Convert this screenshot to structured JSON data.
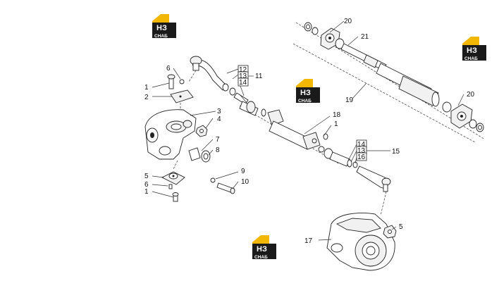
{
  "logo": {
    "top_text": "НЗ",
    "bottom_text": "СНАБ",
    "colors": {
      "yellow": "#F2B705",
      "black": "#1A1A1A",
      "white": "#FFFFFF"
    }
  },
  "callouts": [
    {
      "id": "c1a",
      "text": "1"
    },
    {
      "id": "c2",
      "text": "2"
    },
    {
      "id": "c3",
      "text": "3"
    },
    {
      "id": "c4",
      "text": "4"
    },
    {
      "id": "c5a",
      "text": "5"
    },
    {
      "id": "c5b",
      "text": "5"
    },
    {
      "id": "c6a",
      "text": "6"
    },
    {
      "id": "c6b",
      "text": "6"
    },
    {
      "id": "c1b",
      "text": "1"
    },
    {
      "id": "c1c",
      "text": "1"
    },
    {
      "id": "c7",
      "text": "7"
    },
    {
      "id": "c8",
      "text": "8"
    },
    {
      "id": "c9",
      "text": "9"
    },
    {
      "id": "c10",
      "text": "10"
    },
    {
      "id": "c11",
      "text": "11"
    },
    {
      "id": "c12a",
      "text": "12"
    },
    {
      "id": "c13a",
      "text": "13"
    },
    {
      "id": "c14a",
      "text": "14"
    },
    {
      "id": "c14b",
      "text": "14"
    },
    {
      "id": "c13b",
      "text": "13"
    },
    {
      "id": "c12b",
      "text": "16"
    },
    {
      "id": "c15",
      "text": "15"
    },
    {
      "id": "c17",
      "text": "17"
    },
    {
      "id": "c18",
      "text": "18"
    },
    {
      "id": "c19",
      "text": "19"
    },
    {
      "id": "c20a",
      "text": "20"
    },
    {
      "id": "c20b",
      "text": "20"
    },
    {
      "id": "c21",
      "text": "21"
    }
  ]
}
